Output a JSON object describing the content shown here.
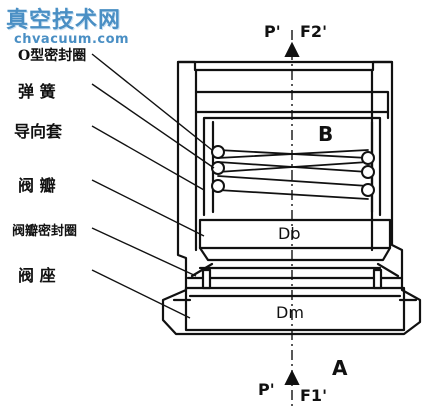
{
  "watermark": {
    "site_name": "真空技术网",
    "url": "chvacuum.com"
  },
  "part_labels": {
    "o_ring": "O型密封圈",
    "spring": "弹 簧",
    "guide_sleeve": "导向套",
    "valve_disc": "阀 瓣",
    "disc_seal_ring": "阀瓣密封圈",
    "valve_seat": "阀 座"
  },
  "region_labels": {
    "upper_chamber": "B",
    "inlet_side": "A"
  },
  "dimension_labels": {
    "disc_diameter": "Db",
    "seat_diameter": "Dm"
  },
  "force_labels": {
    "top_pressure": "P'",
    "top_force": "F2'",
    "bottom_pressure": "P'",
    "bottom_force": "F1'"
  },
  "colors": {
    "line": "#111111",
    "watermark": "#4a8fc4",
    "background": "#ffffff"
  }
}
